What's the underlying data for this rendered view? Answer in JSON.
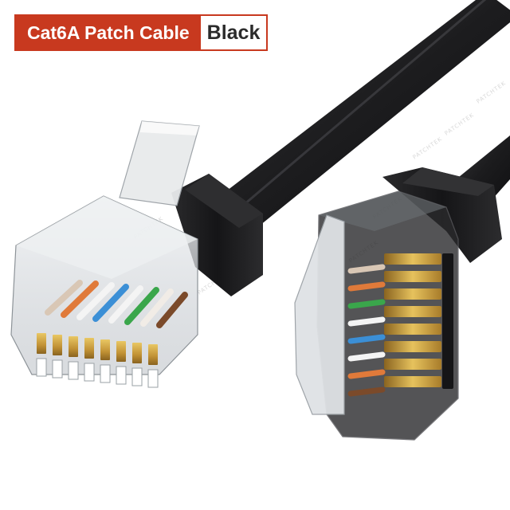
{
  "banner": {
    "title": "Cat6A Patch Cable",
    "color_label": "Black",
    "accent_color": "#c8391f"
  },
  "watermark": {
    "text": "PATCHTEK"
  },
  "product": {
    "cable_color": "#1c1c1e",
    "contact_color": "#c9a23a",
    "wire_colors": [
      "#e07a3a",
      "#f4f4f4",
      "#3b8fd6",
      "#3aa64b",
      "#7b4a2a"
    ]
  }
}
